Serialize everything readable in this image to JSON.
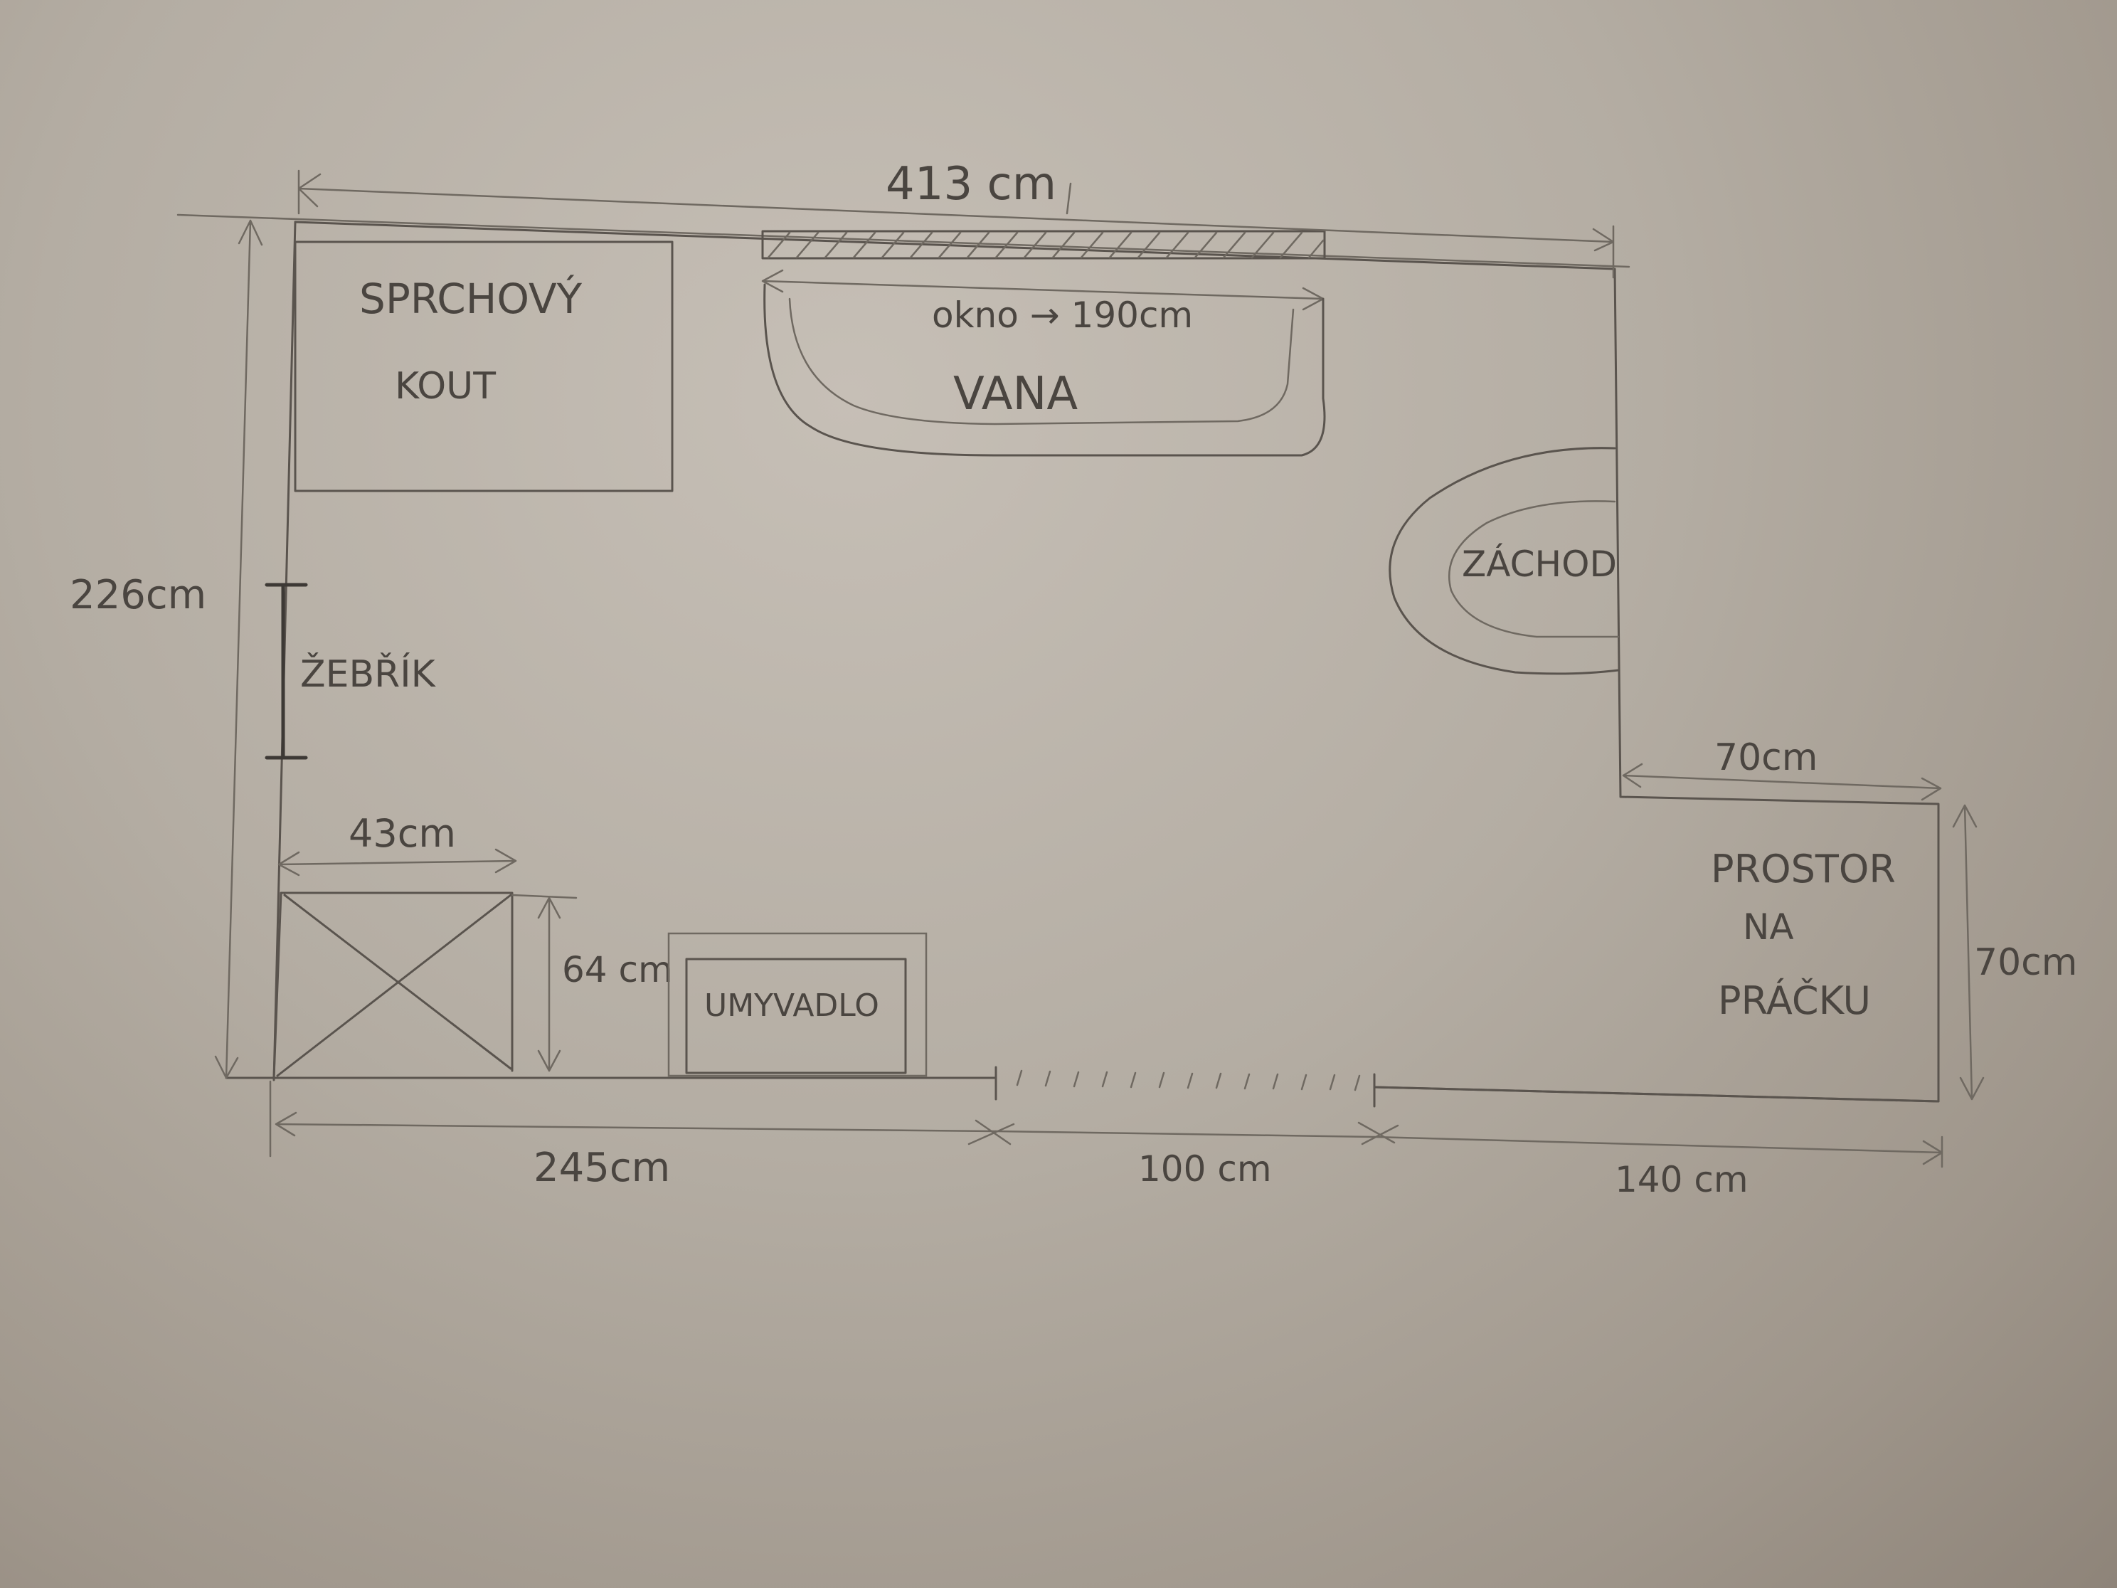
{
  "dimensions": {
    "top_width": "413 cm",
    "left_height": "226cm",
    "bottom_segment_1": "245cm",
    "bottom_segment_2": "100 cm",
    "bottom_segment_3": "140 cm",
    "niche_width": "70cm",
    "niche_height": "70cm",
    "heater_width": "43cm",
    "heater_depth": "64 cm"
  },
  "rooms": {
    "shower_line1": "SPRCHOVÝ",
    "shower_line2": "KOUT",
    "bathtub": "VANA",
    "window": "okno → 190cm",
    "toilet": "ZÁCHOD",
    "ladder": "ŽEBŘÍK",
    "washbasin": "UMYVADLO",
    "washer_line1": "PROSTOR",
    "washer_line2": "NA",
    "washer_line3": "PRÁČKU"
  }
}
